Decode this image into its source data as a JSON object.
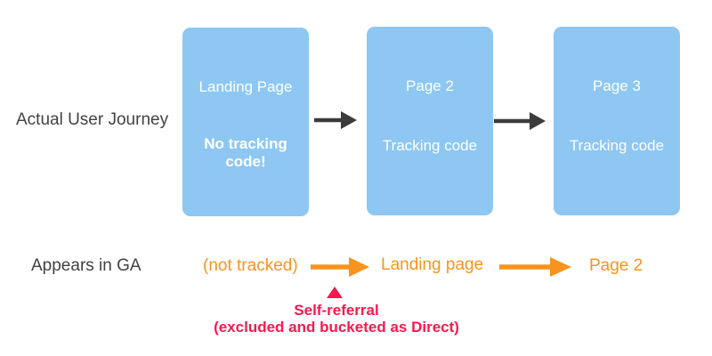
{
  "colors": {
    "background": "#ffffff",
    "box_blue": "#8DC7F2",
    "box_text_white": "#ffffff",
    "label_dark": "#424242",
    "arrow_dark": "#3B3B3B",
    "orange": "#F7941D",
    "red": "#F8194D"
  },
  "journey_row": {
    "label": "Actual User Journey",
    "boxes": [
      {
        "title": "Landing Page",
        "subtitle": "No tracking code!",
        "subtitle_emphasis": true
      },
      {
        "title": "Page 2",
        "subtitle": "Tracking code",
        "subtitle_emphasis": false
      },
      {
        "title": "Page 3",
        "subtitle": "Tracking code",
        "subtitle_emphasis": false
      }
    ]
  },
  "ga_row": {
    "label": "Appears in GA",
    "steps": [
      {
        "text": "(not tracked)"
      },
      {
        "text": "Landing page"
      },
      {
        "text": "Page 2"
      }
    ]
  },
  "annotation": {
    "marker": "up-triangle",
    "line1": "Self-referral",
    "line2": "(excluded and bucketed as Direct)"
  }
}
